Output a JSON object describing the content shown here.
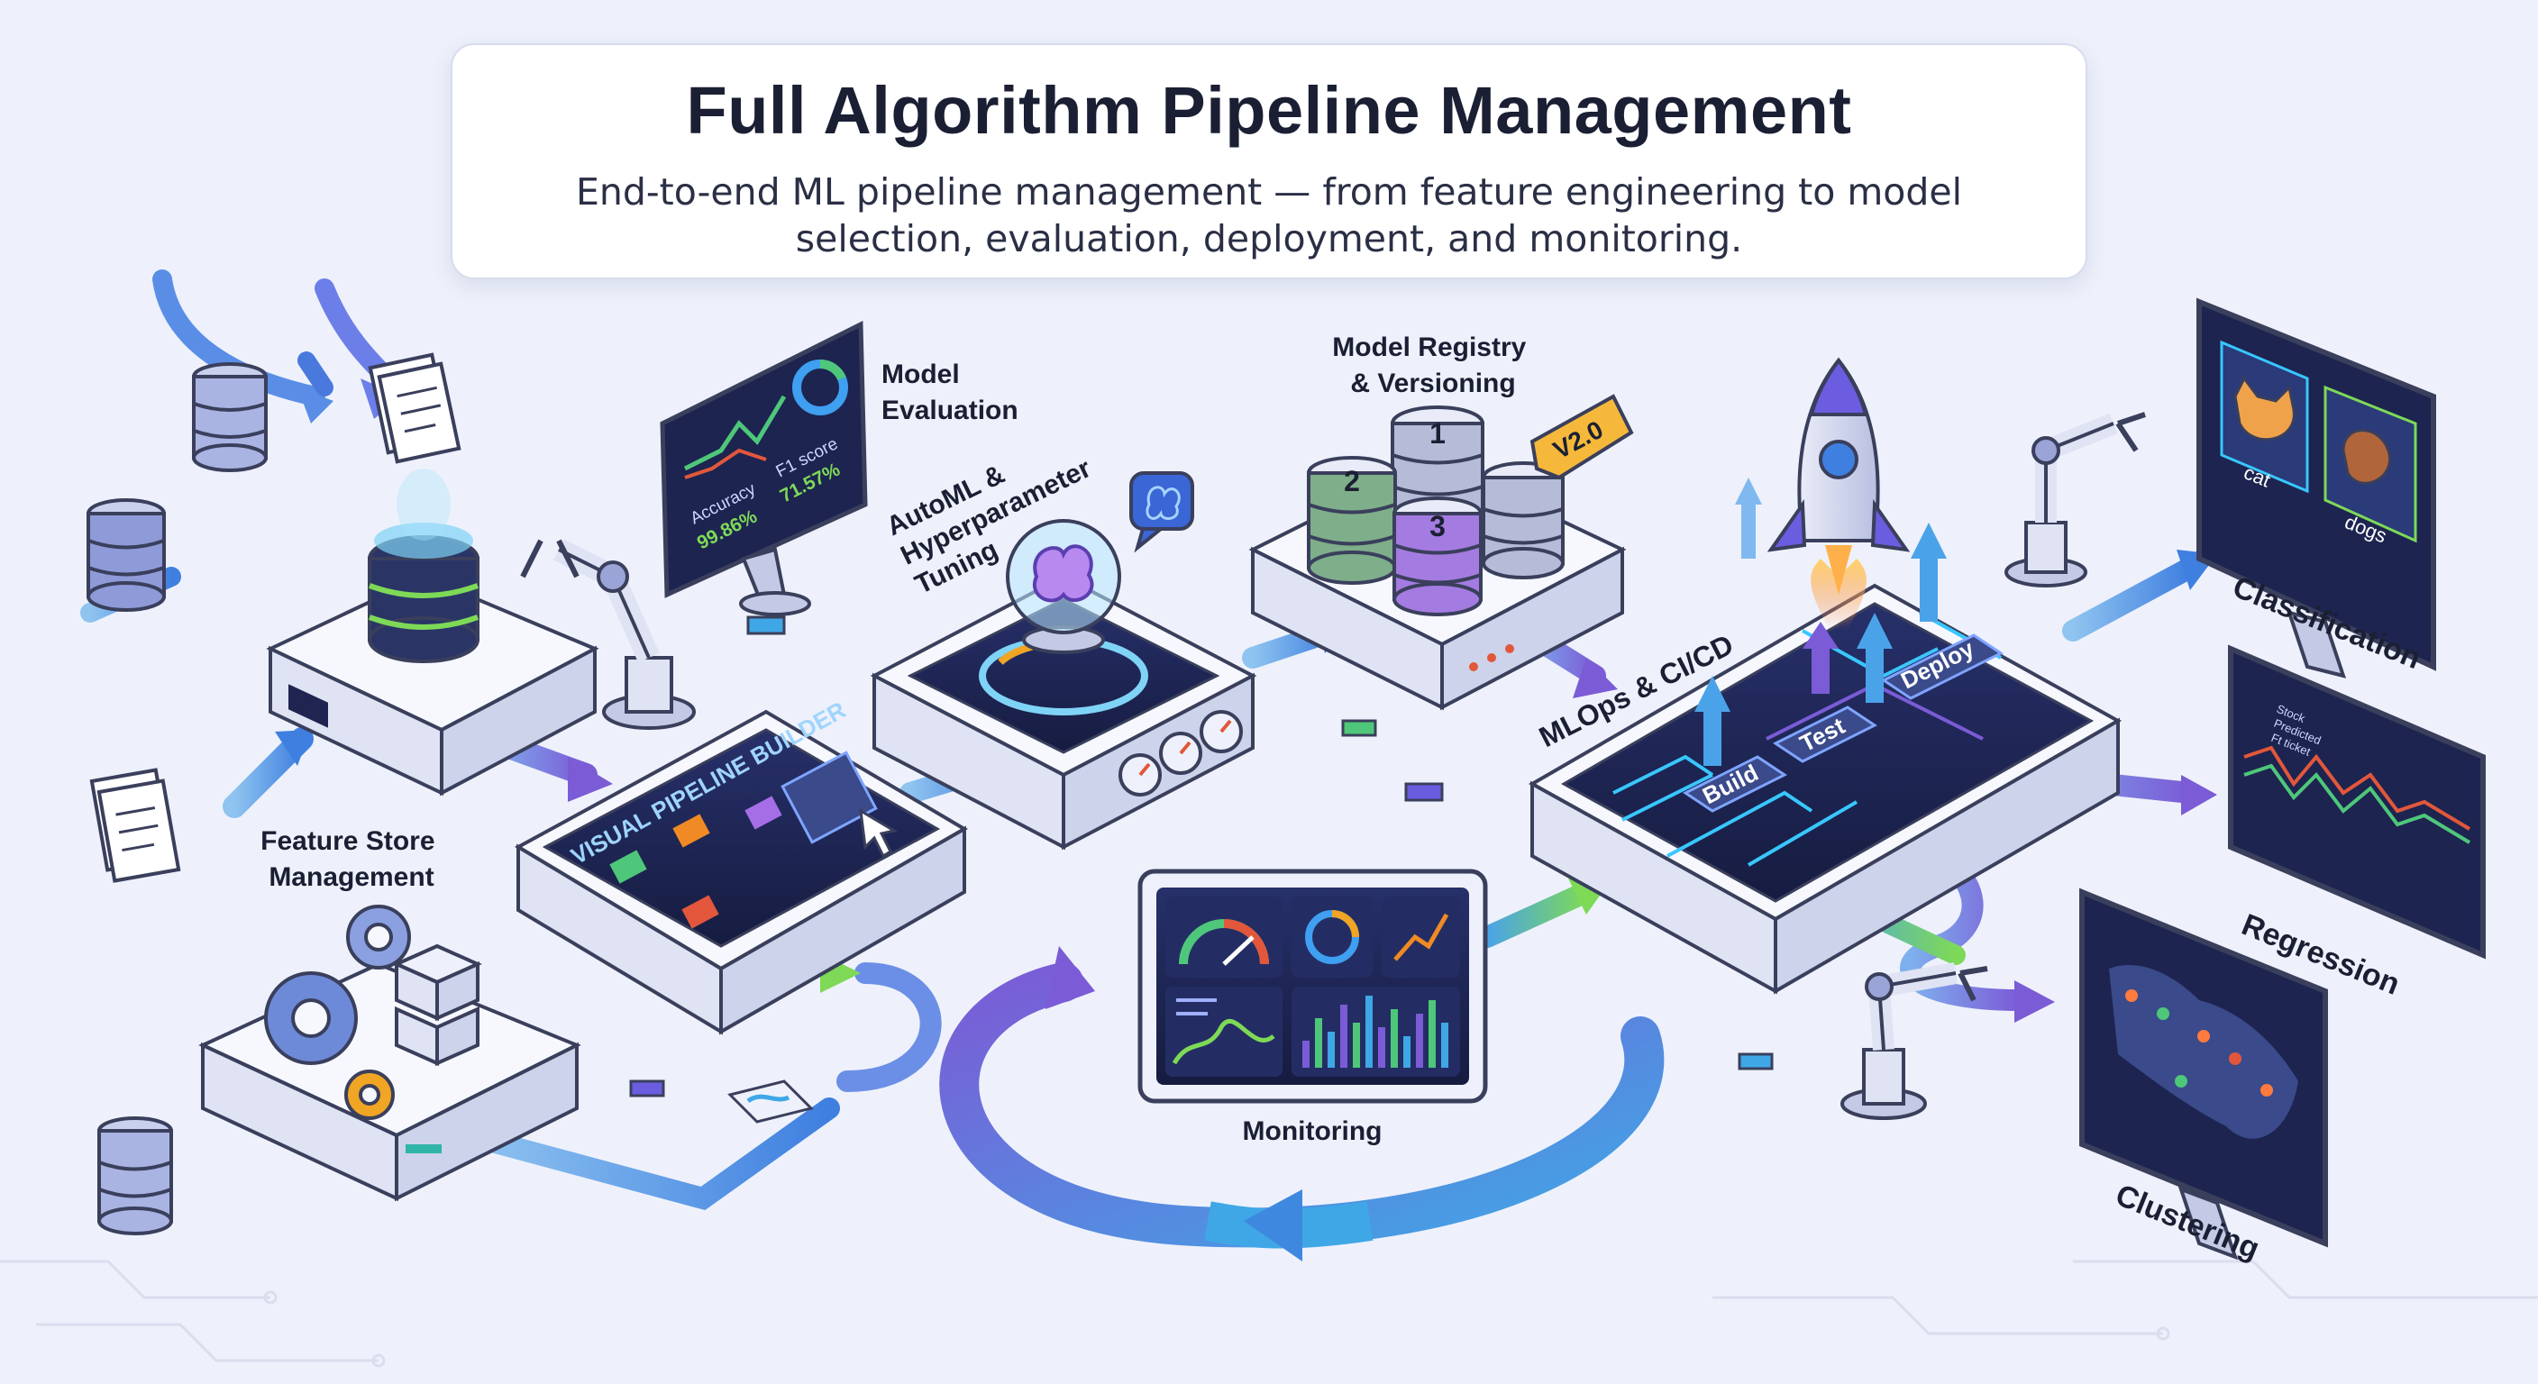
{
  "header": {
    "title": "Full Algorithm Pipeline Management",
    "subtitle": "End-to-end ML pipeline management — from feature engineering to model selection, evaluation, deployment, and monitoring."
  },
  "labels": {
    "feature_store": [
      "Feature Store",
      "Management"
    ],
    "model_evaluation": [
      "Model",
      "Evaluation"
    ],
    "automl": [
      "AutoML &",
      "Hyperparameter",
      "Tuning"
    ],
    "model_registry": [
      "Model Registry",
      "& Versioning"
    ],
    "mlops": "MLOps & CI/CD",
    "monitoring": "Monitoring",
    "classification": "Classification",
    "regression": "Regression",
    "clustering": "Clustering",
    "visual_builder": "VISUAL PIPELINE BUILDER"
  },
  "evaluation_screen": {
    "accuracy_label": "Accuracy",
    "accuracy_value": "99.86%",
    "f1_label": "F1 score",
    "f1_value": "71.57%"
  },
  "registry": {
    "version_tag": "V2.0",
    "db_numbers": [
      "1",
      "2",
      "3"
    ]
  },
  "cicd_stages": [
    "Build",
    "Test",
    "Deploy"
  ],
  "classification_screen": {
    "cat_label": "cat",
    "dog_label": "dogs"
  },
  "regression_legend": [
    "Stock",
    "Predicted",
    "Ft ticket"
  ],
  "colors": {
    "accent_blue": "#3f7fe0",
    "accent_purple": "#7b5bd6",
    "accent_teal": "#2fb5a8",
    "accent_green": "#7ed957",
    "screen_dark": "#1d2450",
    "platform": "#f4f6fd",
    "outline": "#3a3f5c"
  }
}
